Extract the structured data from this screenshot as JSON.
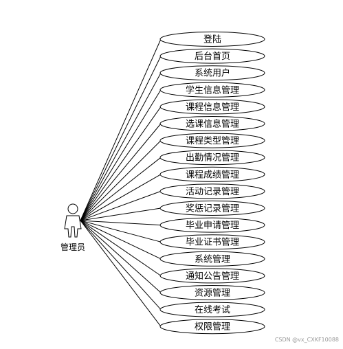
{
  "actor": {
    "label": "管理员"
  },
  "use_cases": [
    "登陆",
    "后台首页",
    "系统用户",
    "学生信息管理",
    "课程信息管理",
    "选课信息管理",
    "课程类型管理",
    "出勤情况管理",
    "课程成绩管理",
    "活动记录管理",
    "奖惩记录管理",
    "毕业申请管理",
    "毕业证书管理",
    "系统管理",
    "通知公告管理",
    "资源管理",
    "在线考试",
    "权限管理"
  ],
  "watermark": "CSDN @vx_CXKF10088"
}
